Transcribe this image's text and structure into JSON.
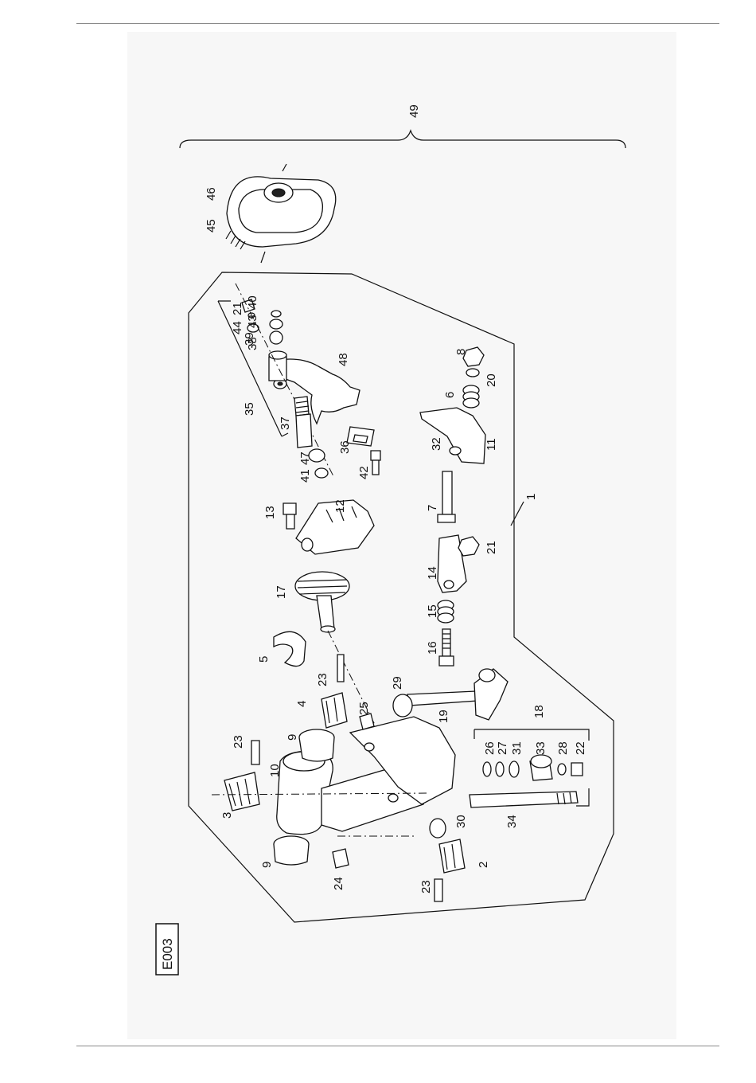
{
  "figure_code": "E003",
  "assembly_number": "49",
  "frame_number": "1",
  "callouts": {
    "c46": "46",
    "c45": "45",
    "c21a": "21",
    "c44": "44",
    "c39": "39",
    "c38": "38",
    "c43": "43",
    "c40": "40",
    "c35": "35",
    "c48": "48",
    "c37": "37",
    "c36": "36",
    "c47": "47",
    "c41": "41",
    "c42": "42",
    "c8": "8",
    "c6": "6",
    "c20": "20",
    "c32": "32",
    "c11": "11",
    "c7": "7",
    "c13": "13",
    "c12": "12",
    "c17": "17",
    "c14": "14",
    "c21b": "21",
    "c15": "15",
    "c5": "5",
    "c16": "16",
    "c23a": "23",
    "c4": "4",
    "c25": "25",
    "c29": "29",
    "c19": "19",
    "c9a": "9",
    "c10": "10",
    "c23b": "23",
    "c3": "3",
    "c18": "18",
    "c26": "26",
    "c27": "27",
    "c31": "31",
    "c33": "33",
    "c28": "28",
    "c22": "22",
    "c34": "34",
    "c9b": "9",
    "c24": "24",
    "c30": "30",
    "c2": "2",
    "c23c": "23"
  }
}
